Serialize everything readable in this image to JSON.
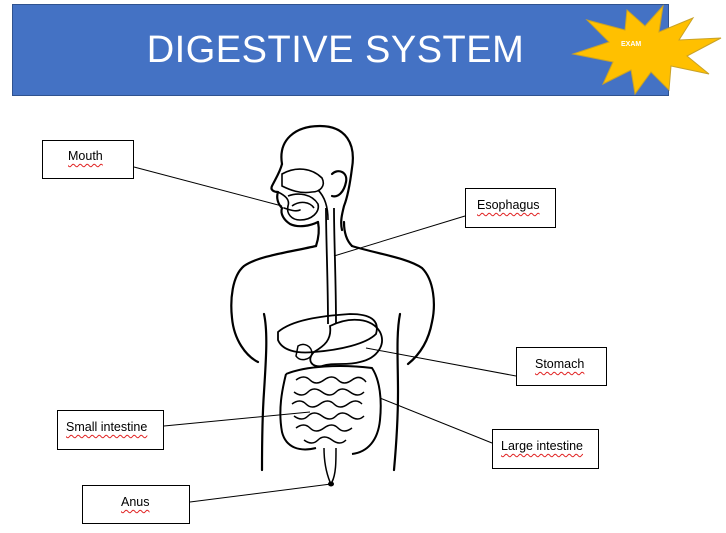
{
  "title": "DIGESTIVE SYSTEM",
  "badge": {
    "text": "EXAM",
    "color": "#ffc000",
    "border_color": "#c9a227"
  },
  "banner_color": "#4472c4",
  "labels": {
    "mouth": "Mouth",
    "esophagus": "Esophagus",
    "stomach": "Stomach",
    "small_intestine": "Small intestine",
    "large_intestine": "Large intestine",
    "anus": "Anus"
  },
  "spellcheck_underline_color": "#e02020"
}
